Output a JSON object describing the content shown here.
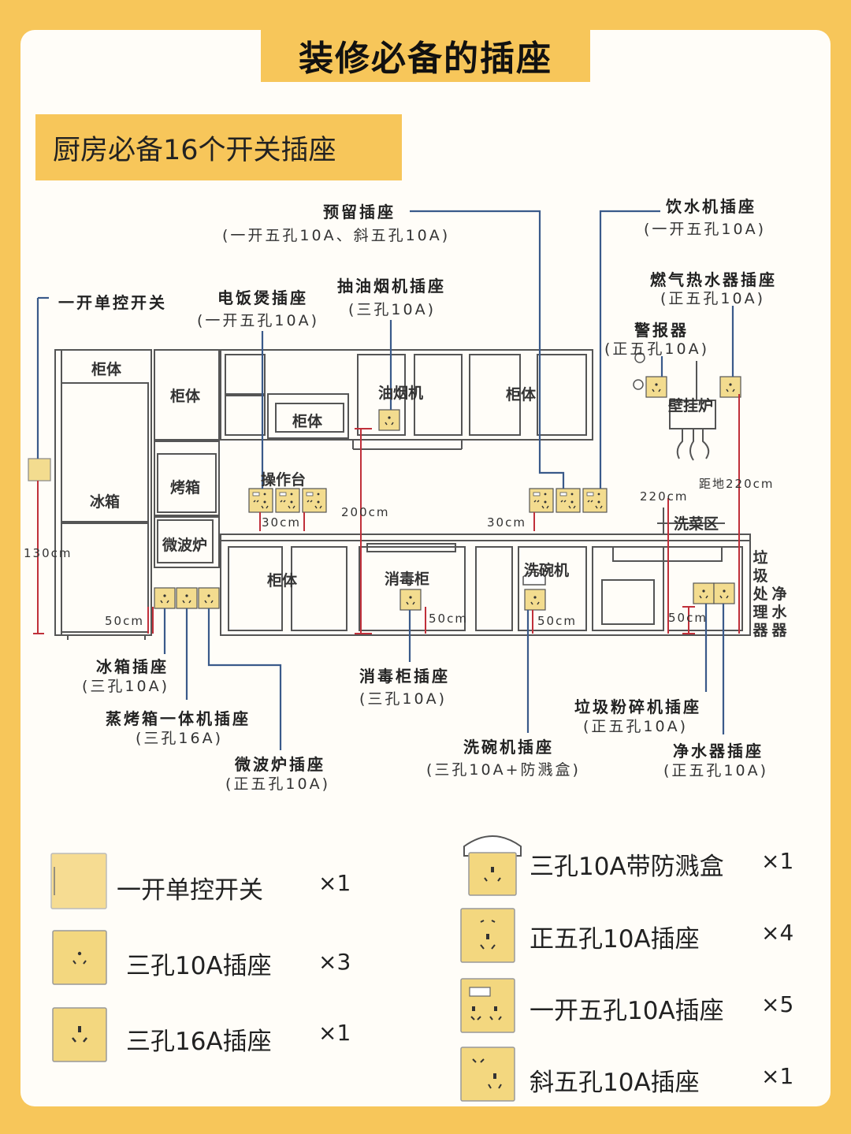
{
  "title": "装修必备的插座",
  "subtitle": "厨房必备16个开关插座",
  "callouts": {
    "reserve": {
      "name": "预留插座",
      "spec": "(一开五孔10A、斜五孔10A)"
    },
    "water_dispenser": {
      "name": "饮水机插座",
      "spec": "(一开五孔10A)"
    },
    "switch": {
      "name": "一开单控开关"
    },
    "rice_cooker": {
      "name": "电饭煲插座",
      "spec": "(一开五孔10A)"
    },
    "range_hood": {
      "name": "抽油烟机插座",
      "spec": "(三孔10A)"
    },
    "gas_heater": {
      "name": "燃气热水器插座",
      "spec": "(正五孔10A)"
    },
    "alarm": {
      "name": "警报器",
      "spec": "(正五孔10A)"
    },
    "fridge": {
      "name": "冰箱插座",
      "spec": "(三孔10A)"
    },
    "steam_oven": {
      "name": "蒸烤箱一体机插座",
      "spec": "(三孔16A)"
    },
    "microwave": {
      "name": "微波炉插座",
      "spec": "(正五孔10A)"
    },
    "sterilizer": {
      "name": "消毒柜插座",
      "spec": "(三孔10A)"
    },
    "disposer": {
      "name": "垃圾粉碎机插座",
      "spec": "(正五孔10A)"
    },
    "dishwasher": {
      "name": "洗碗机插座",
      "spec": "(三孔10A+防溅盒)"
    },
    "purifier": {
      "name": "净水器插座",
      "spec": "(正五孔10A)"
    }
  },
  "fixtures": {
    "cabinet": "柜体",
    "fridge": "冰箱",
    "oven": "烤箱",
    "microwave": "微波炉",
    "range_hood": "油烟机",
    "counter": "操作台",
    "sterilizer": "消毒柜",
    "dishwasher": "洗碗机",
    "boiler": "壁挂炉",
    "sink": "洗菜区",
    "disposer": "垃圾处理器",
    "purifier": "净水器"
  },
  "measurements": {
    "switch_height": "130cm",
    "counter_gap_left": "30cm",
    "hood_height": "200cm",
    "counter_gap_right": "30cm",
    "sink_height": "220cm",
    "boiler_height": "距地220cm",
    "fridge_low": "50cm",
    "sterilizer_low": "50cm",
    "dishwasher_low": "50cm",
    "sink_low": "50cm"
  },
  "legend": [
    {
      "icon": "switch-icon",
      "name": "一开单控开关",
      "qty": "×1"
    },
    {
      "icon": "three-hole-10a-icon",
      "name": "三孔10A插座",
      "qty": "×3"
    },
    {
      "icon": "three-hole-16a-icon",
      "name": "三孔16A插座",
      "qty": "×1"
    },
    {
      "icon": "splash-box-icon",
      "name": "三孔10A带防溅盒",
      "qty": "×1"
    },
    {
      "icon": "five-hole-icon",
      "name": "正五孔10A插座",
      "qty": "×4"
    },
    {
      "icon": "switch-five-hole-icon",
      "name": "一开五孔10A插座",
      "qty": "×5"
    },
    {
      "icon": "angled-five-hole-icon",
      "name": "斜五孔10A插座",
      "qty": "×1"
    }
  ],
  "colors": {
    "accent": "#f7c65a",
    "line": "#3a5a8a",
    "measure": "#c0303a",
    "socket": "#f3dc8f"
  }
}
